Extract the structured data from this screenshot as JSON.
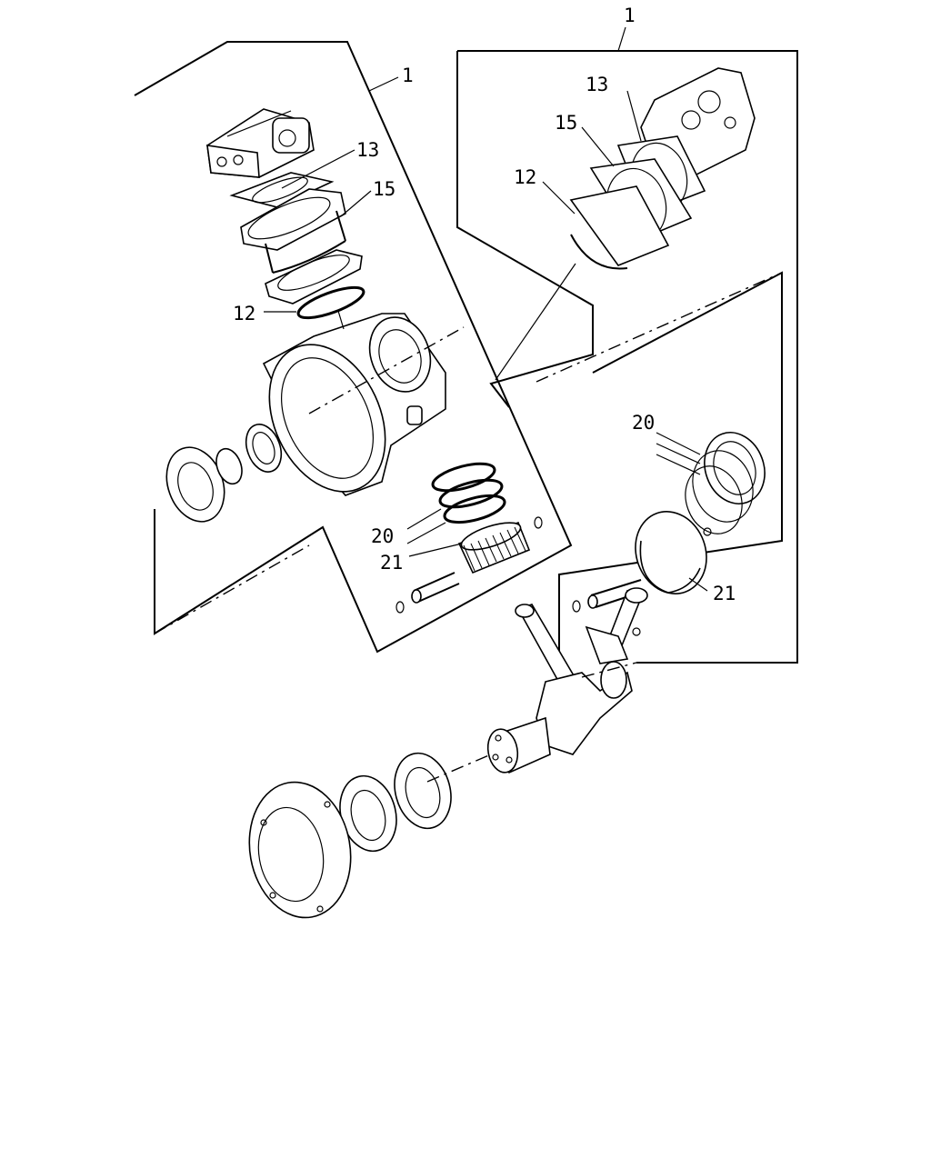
{
  "diagram": {
    "callouts": {
      "left_assembly": "1",
      "right_assembly": "1",
      "left_gasket_top": "13",
      "left_cylinder": "15",
      "left_oring": "12",
      "left_rings": "20",
      "left_piston": "21",
      "right_gasket_top": "13",
      "right_cylinder": "15",
      "right_oring": "12",
      "right_rings": "20",
      "right_piston": "21"
    }
  }
}
